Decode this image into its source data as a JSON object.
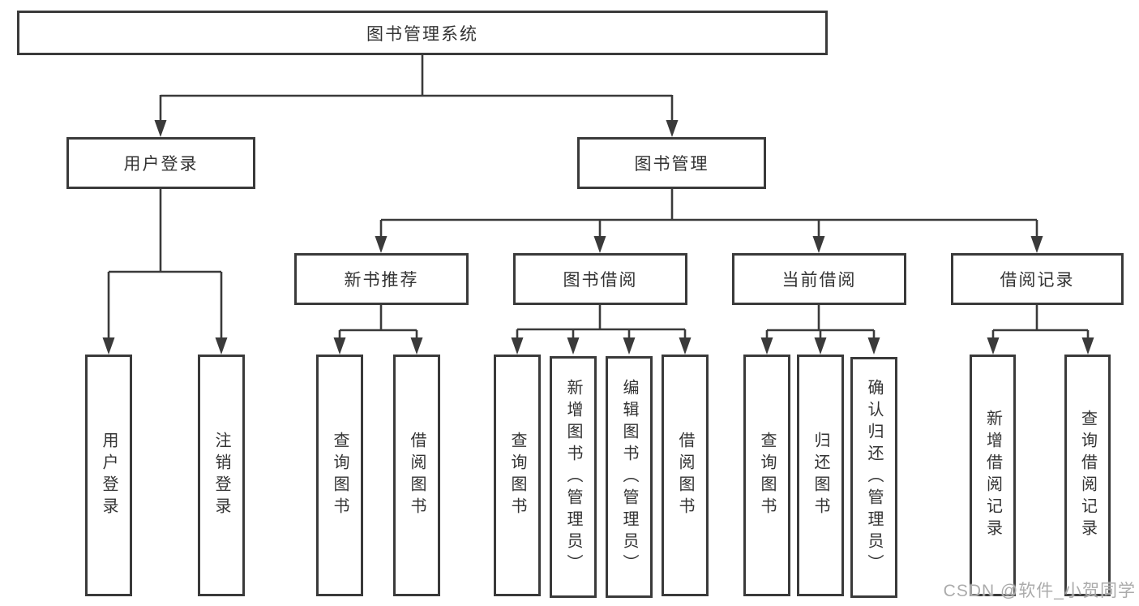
{
  "diagram_type": "function-structure-tree",
  "tree": {
    "label": "图书管理系统",
    "children": [
      {
        "label": "用户登录",
        "children": [
          {
            "label": "用户登录"
          },
          {
            "label": "注销登录"
          }
        ]
      },
      {
        "label": "图书管理",
        "children": [
          {
            "label": "新书推荐",
            "children": [
              {
                "label": "查询图书"
              },
              {
                "label": "借阅图书"
              }
            ]
          },
          {
            "label": "图书借阅",
            "children": [
              {
                "label": "查询图书"
              },
              {
                "label": "新增图书（管理员）"
              },
              {
                "label": "编辑图书（管理员）"
              },
              {
                "label": "借阅图书"
              }
            ]
          },
          {
            "label": "当前借阅",
            "children": [
              {
                "label": "查询图书"
              },
              {
                "label": "归还图书"
              },
              {
                "label": "确认归还（管理员）"
              }
            ]
          },
          {
            "label": "借阅记录",
            "children": [
              {
                "label": "新增借阅记录"
              },
              {
                "label": "查询借阅记录"
              }
            ]
          }
        ]
      }
    ]
  },
  "watermark": {
    "text": "CSDN @软件_小贺同学"
  },
  "colors": {
    "line": "#3a3a3a",
    "box_border": "#3a3a3a",
    "text": "#333333",
    "watermark": "#ababab",
    "background": "#ffffff"
  }
}
